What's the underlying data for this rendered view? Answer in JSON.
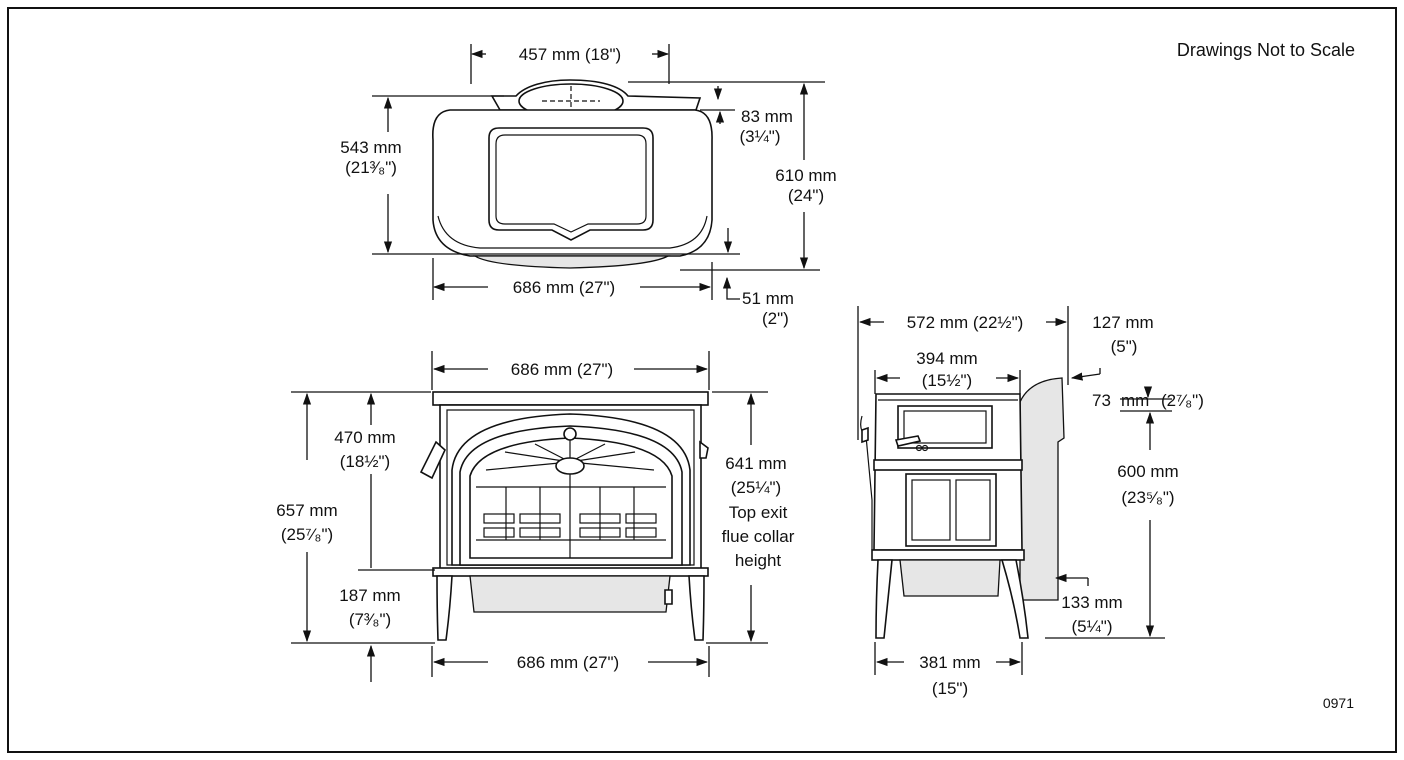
{
  "note": "Drawings Not to Scale",
  "figure_code": "0971",
  "top_view": {
    "width_top": "457 mm (18\")",
    "depth_left_1": "543 mm",
    "depth_left_2": "(21³⁄₈\")",
    "offset_1": "83 mm",
    "offset_2": "(3¼\")",
    "depth_total_1": "610 mm",
    "depth_total_2": "(24\")",
    "width_bottom": "686 mm (27\")",
    "offset_b_1": "51 mm",
    "offset_b_2": "(2\")"
  },
  "front_view": {
    "width_top": "686 mm (27\")",
    "d470_1": "470 mm",
    "d470_2": "(18½\")",
    "d657_1": "657 mm",
    "d657_2": "(25⁷⁄₈\")",
    "d187_1": "187 mm",
    "d187_2": "(7³⁄₈\")",
    "d641_1": "641 mm",
    "d641_2": "(25¼\")",
    "flue_1": "Top exit",
    "flue_2": "flue collar",
    "flue_3": "height",
    "width_bottom": "686 mm (27\")"
  },
  "side_view": {
    "d572": "572 mm (22½\")",
    "d127_1": "127 mm",
    "d127_2": "(5\")",
    "d394_1": "394 mm",
    "d394_2": "(15½\")",
    "d73_a": "73",
    "d73_b": "mm",
    "d73_c": "(2⁷⁄₈\")",
    "d600_1": "600 mm",
    "d600_2": "(23⁵⁄₈\")",
    "d133_1": "133 mm",
    "d133_2": "(5¼\")",
    "d381_1": "381 mm",
    "d381_2": "(15\")"
  }
}
